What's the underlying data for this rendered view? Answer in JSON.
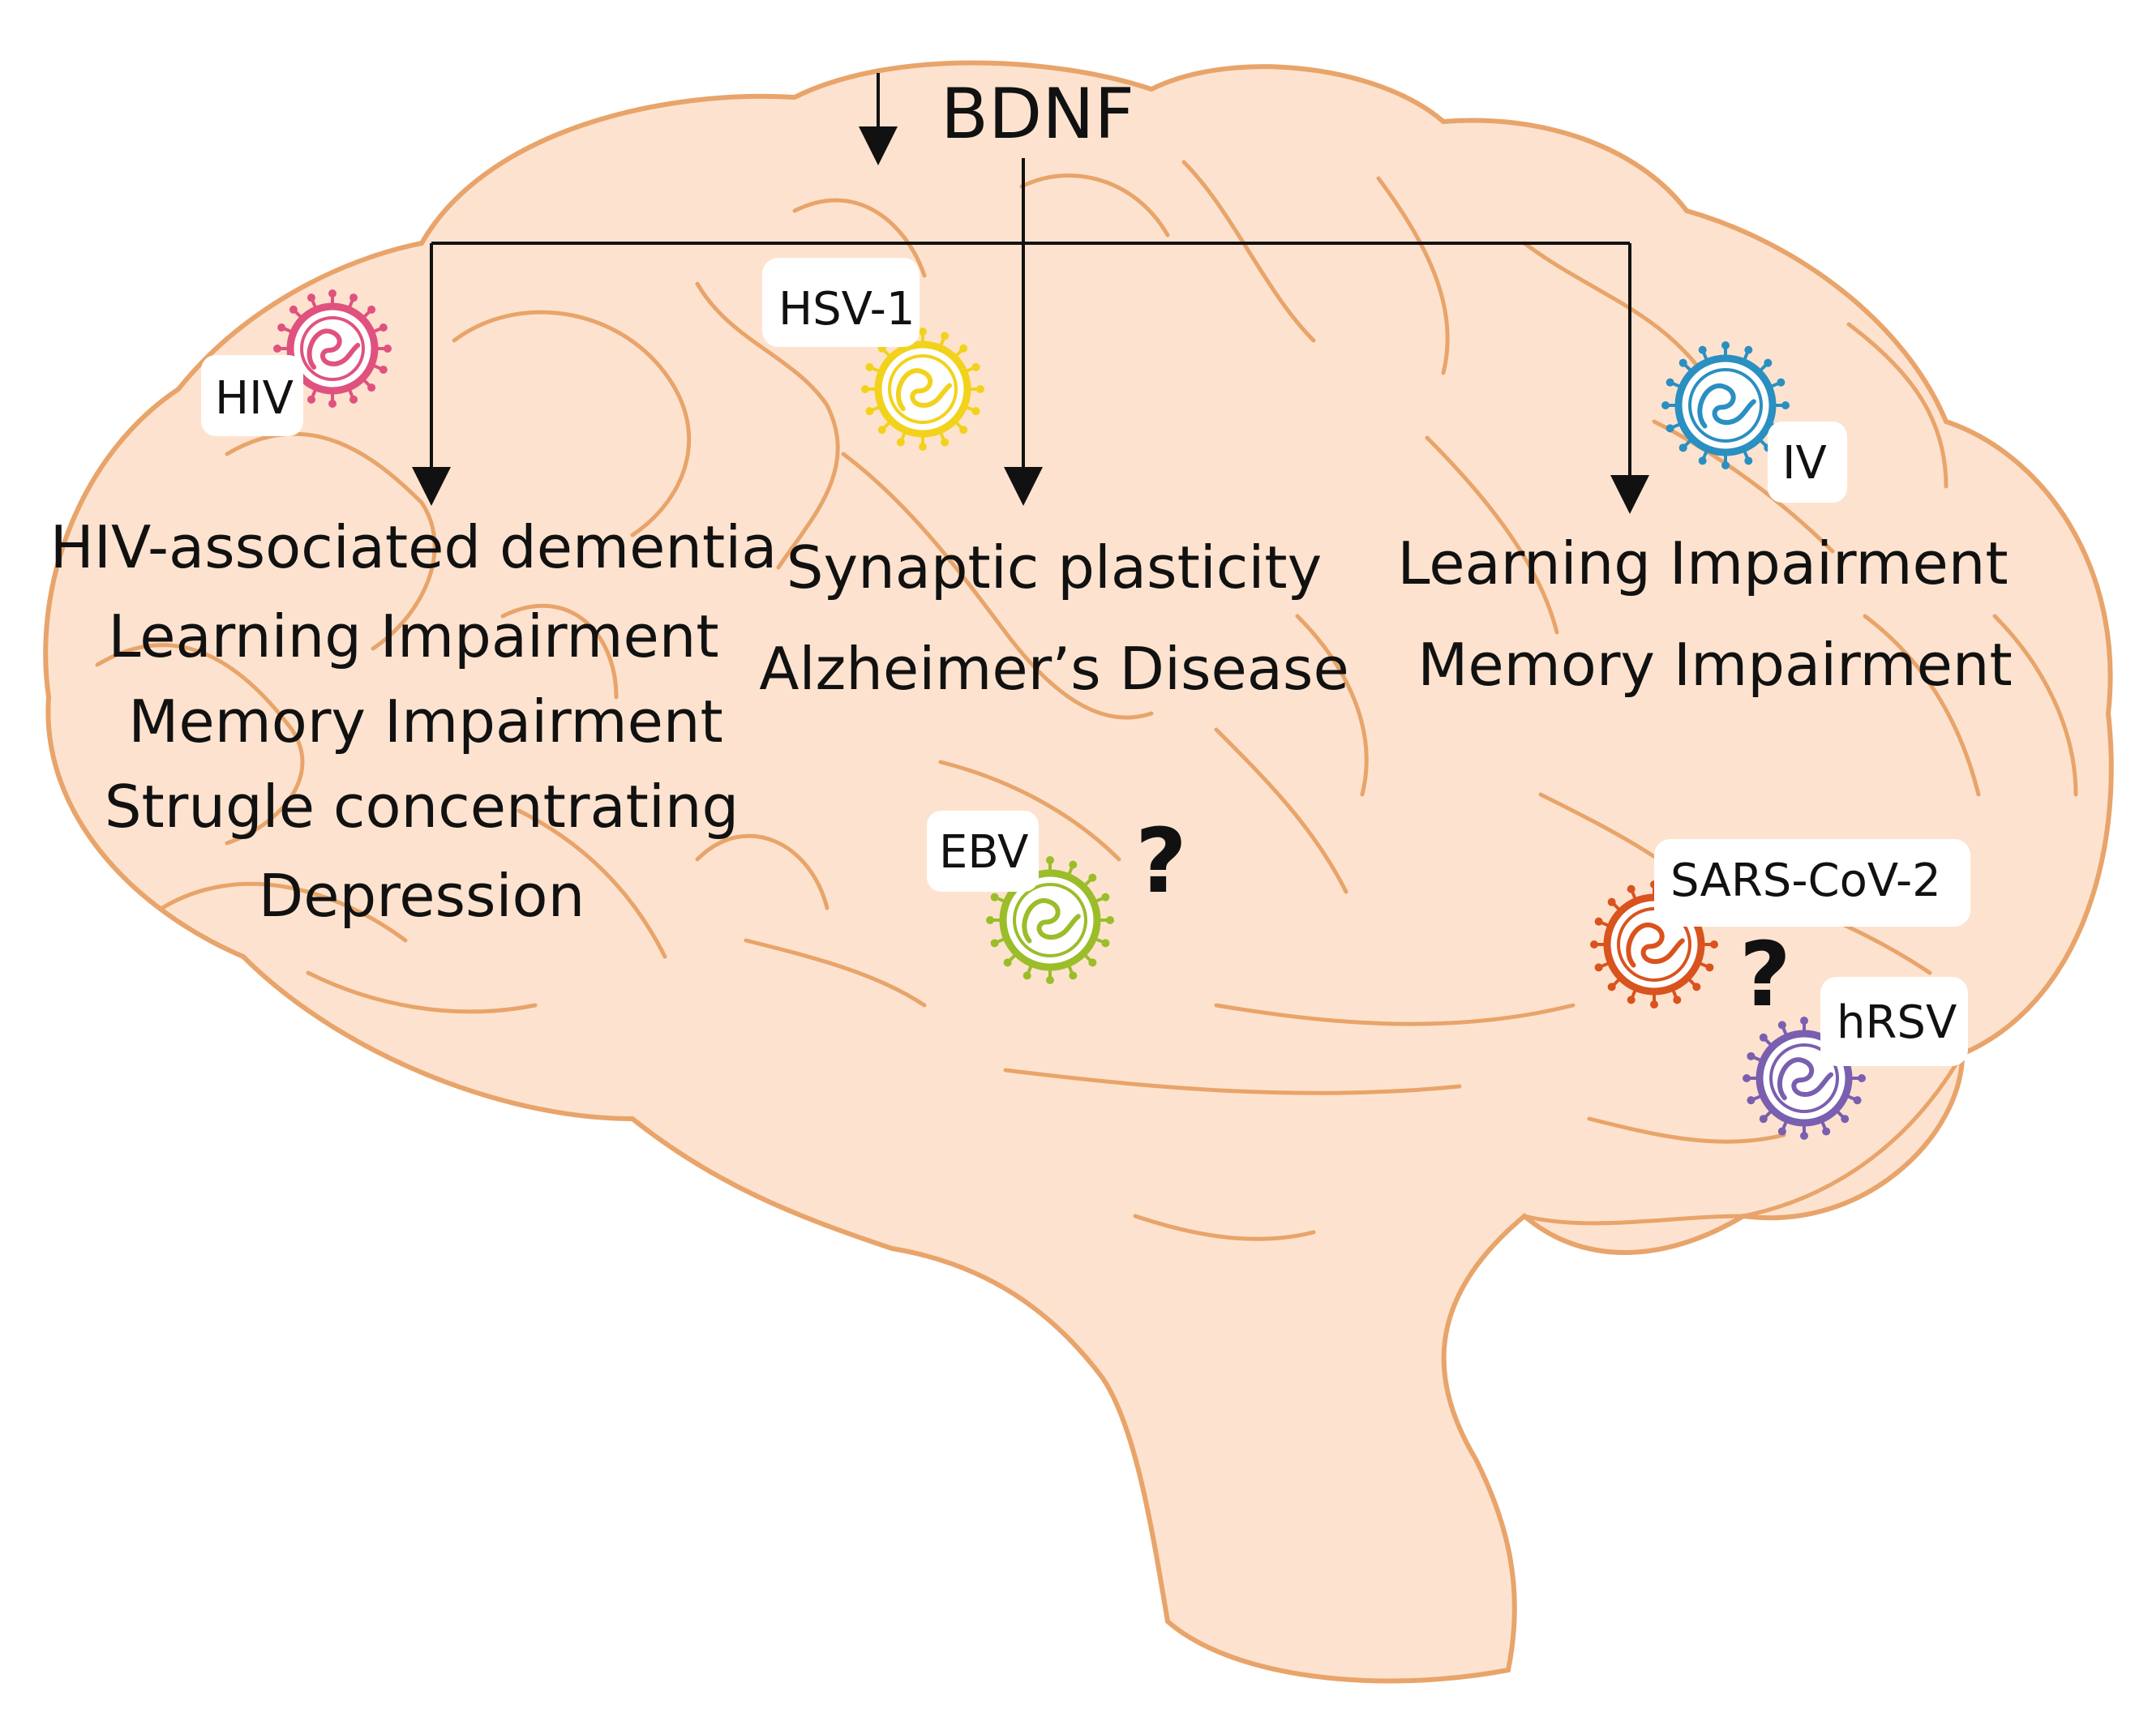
{
  "title": "BDNF",
  "outcome_groups": {
    "left": [
      "HIV-associated dementia",
      "Learning Impairment",
      "Memory Impairment",
      "Strugle concentrating",
      "Depression"
    ],
    "center": [
      "Synaptic plasticity",
      "Alzheimer’s Disease"
    ],
    "right": [
      "Learning Impairment",
      "Memory Impairment"
    ]
  },
  "viruses": {
    "hiv": {
      "label": "HIV",
      "color": "#e0527e"
    },
    "hsv1": {
      "label": "HSV-1",
      "color": "#f2d21b"
    },
    "iv": {
      "label": "IV",
      "color": "#2a8fc1"
    },
    "ebv": {
      "label": "EBV",
      "color": "#9bbd2a"
    },
    "sars": {
      "label": "SARS-CoV-2",
      "color": "#d9531e"
    },
    "hrsv": {
      "label": "hRSV",
      "color": "#7a5fb0"
    }
  },
  "unknown_marks": {
    "ebv": "?",
    "sars_hrsv": "?"
  },
  "colors": {
    "brain_fill": "#fde3cf",
    "brain_stroke": "#e8a46a"
  }
}
